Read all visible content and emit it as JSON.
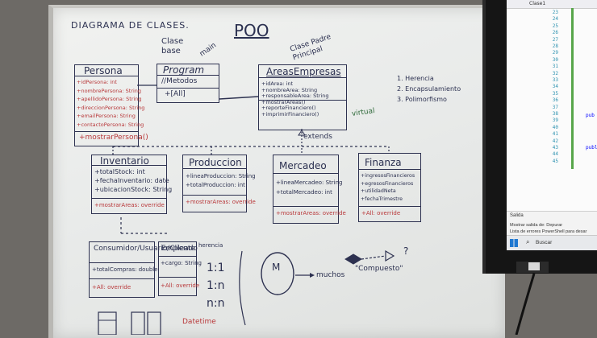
{
  "board": {
    "title": "DIAGRAMA DE CLASES.",
    "poo": "POO",
    "clase_base": "Clase base",
    "main": "main",
    "clase_padre": "Clase Padre Principal",
    "extends": "extends",
    "list": [
      "1. Herencia",
      "2. Encapsulamiento",
      "3. Polimorfismo"
    ],
    "persona": {
      "name": "Persona",
      "attrs": [
        "+idPersona: int",
        "+nombrePersona: String",
        "+apellidoPersona: String",
        "+direccionPersona: String",
        "+emailPersona: String",
        "+contactoPersona: String"
      ],
      "method": "+mostrarPersona()"
    },
    "program": {
      "name": "Program",
      "metodos": "//Metodos",
      "all": "+[All]"
    },
    "areas": {
      "name": "AreasEmpresas",
      "attrs": [
        "+idArea: int",
        "+nombreArea: String",
        "+responsableArea: String",
        "+mostrarAreas()",
        "+reporteFinanciero()",
        "+imprimirFinanciero()"
      ],
      "virtual": "virtual"
    },
    "inventario": {
      "name": "Inventario",
      "attrs": [
        "+totalStock: int",
        "+fechaInventario: date",
        "+ubicacionStock: String"
      ],
      "method": "+mostrarAreas: override"
    },
    "produccion": {
      "name": "Produccion",
      "attrs": [
        "+lineaProduccion: String",
        "+totalProduccion: int"
      ],
      "method": "+mostrarAreas: override"
    },
    "mercadeo": {
      "name": "Mercadeo",
      "attrs": [
        "+lineaMercadeo: String",
        "+totalMercadeo: int"
      ],
      "method": "+mostrarAreas: override"
    },
    "finanza": {
      "name": "Finanza",
      "attrs": [
        "+ingresosFinancieros",
        "+egresosFinancieros",
        "+utilidadNeta",
        "+fechaTrimestre"
      ],
      "method": "+All: override"
    },
    "consumidor": {
      "name": "Consumidor/Usuario/Cliente",
      "attrs": [
        "+totalCompras: double"
      ],
      "method": "+All: override"
    },
    "empleado": {
      "name": "Empleado",
      "attrs": [
        "+cargo: String"
      ],
      "method": "+All: override"
    },
    "relations": [
      "1:1",
      "1:n",
      "n:n"
    ],
    "relation_notes": [
      "herencia"
    ],
    "m_label": "M",
    "muchos": "muchos",
    "compuesto": "\"Compuesto\"",
    "question": "?",
    "bottom_label": "Datetime"
  },
  "screen": {
    "tab": "Clase1",
    "lines": [
      "23",
      "24",
      "25",
      "26",
      "27",
      "28",
      "29",
      "30",
      "31",
      "32",
      "33",
      "34",
      "35",
      "36",
      "37",
      "38",
      "39",
      "40",
      "41",
      "42",
      "43",
      "44",
      "45"
    ],
    "pub1": "pub",
    "pub2": "publ",
    "salida": "Salida",
    "mostrar_salida": "Mostrar salida de: Depurar",
    "tabs_bottom": "Lista de errores   PowerShell para desar",
    "buscar": "Buscar"
  }
}
